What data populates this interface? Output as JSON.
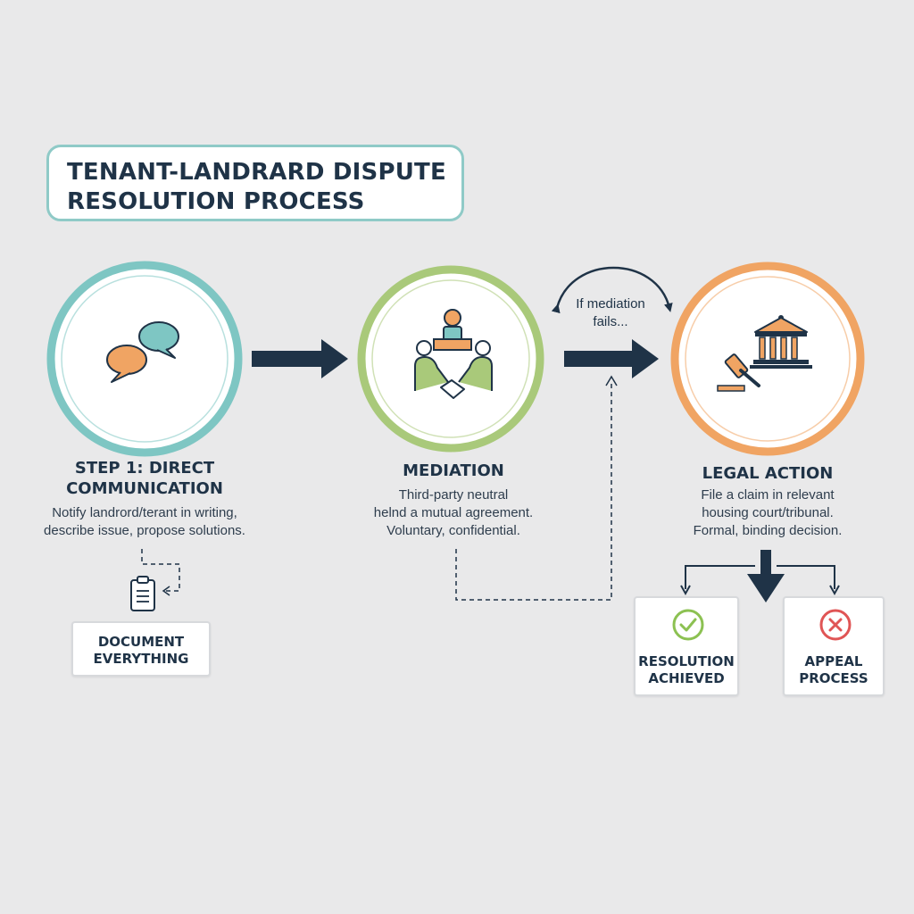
{
  "title": {
    "line1": "TENANT-LANDRARD DISPUTE",
    "line2": "RESOLUTION PROCESS"
  },
  "steps": [
    {
      "title_lines": [
        "STEP 1: DIRECT",
        "COMMUNICATION"
      ],
      "desc_lines": [
        "Notify landrord/terant in writing,",
        "describe issue, propose solutions."
      ],
      "icon": "speech-bubbles-icon",
      "ring_color": "#7ec6c3"
    },
    {
      "title_lines": [
        "MEDIATION"
      ],
      "desc_lines": [
        "Third-party neutral",
        "helnd a mutual agreement.",
        "Voluntary, confidential."
      ],
      "icon": "mediation-handshake-icon",
      "ring_color": "#a9c97a"
    },
    {
      "title_lines": [
        "LEGAL ACTION"
      ],
      "desc_lines": [
        "File a claim in relevant",
        "housing court/tribunal.",
        "Formal, binding decision."
      ],
      "icon": "courthouse-gavel-icon",
      "ring_color": "#f0a463"
    }
  ],
  "fails_note": {
    "line1": "If mediation",
    "line2": "fails..."
  },
  "document_box": {
    "line1": "DOCUMENT",
    "line2": "EVERYTHING",
    "icon": "clipboard-icon"
  },
  "outcomes": [
    {
      "line1": "RESOLUTION",
      "line2": "ACHIEVED",
      "icon": "check-circle-icon",
      "color": "#8cc152"
    },
    {
      "line1": "APPEAL",
      "line2": "PROCESS",
      "icon": "x-circle-icon",
      "color": "#e05555"
    }
  ],
  "colors": {
    "background": "#e9e9ea",
    "navy": "#1f3347",
    "teal": "#7ec6c3",
    "green": "#a9c97a",
    "orange": "#f0a463"
  }
}
